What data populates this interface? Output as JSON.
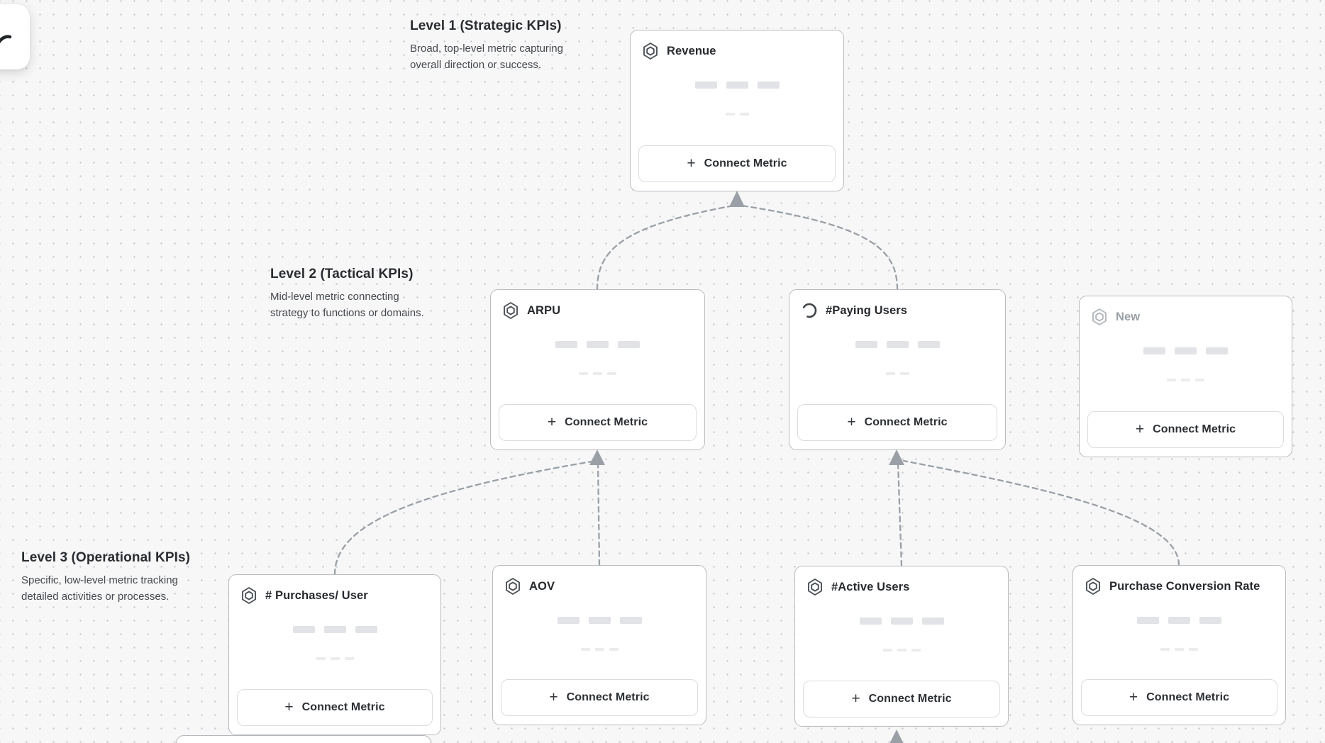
{
  "canvas": {
    "kind": "kpi-tree"
  },
  "icons": {
    "plus": "+",
    "metric": "hexagon-metric-icon",
    "loading": "spinner-icon",
    "cursor": "cursor-stroke-icon"
  },
  "levels": [
    {
      "title": "Level 1 (Strategic KPIs)",
      "description": "Broad, top-level metric capturing overall direction or success."
    },
    {
      "title": "Level 2 (Tactical KPIs)",
      "description": "Mid-level metric connecting strategy to functions or domains."
    },
    {
      "title": "Level 3 (Operational KPIs)",
      "description": "Specific, low-level metric tracking detailed activities or processes."
    }
  ],
  "cards": [
    {
      "title": "Revenue",
      "icon": "hexagon-metric-icon",
      "button": "Connect Metric"
    },
    {
      "title": "ARPU",
      "icon": "hexagon-metric-icon",
      "button": "Connect Metric"
    },
    {
      "title": "#Paying Users",
      "icon": "spinner-icon",
      "button": "Connect Metric"
    },
    {
      "title": "New",
      "icon": "hexagon-metric-icon",
      "button": "Connect Metric"
    },
    {
      "title": "# Purchases/ User",
      "icon": "hexagon-metric-icon",
      "button": "Connect Metric"
    },
    {
      "title": "AOV",
      "icon": "hexagon-metric-icon",
      "button": "Connect Metric"
    },
    {
      "title": "#Active Users",
      "icon": "hexagon-metric-icon",
      "button": "Connect Metric"
    },
    {
      "title": "Purchase Conversion Rate",
      "icon": "hexagon-metric-icon",
      "button": "Connect Metric"
    }
  ],
  "colors": {
    "canvas_bg": "#f7f7f8",
    "dot": "#c7c9cd",
    "card_border": "#b9bcc0",
    "edge": "#9aa0a6",
    "title": "#26292d",
    "muted_title": "#9ba0a6",
    "skeleton": "#e2e3e6"
  }
}
